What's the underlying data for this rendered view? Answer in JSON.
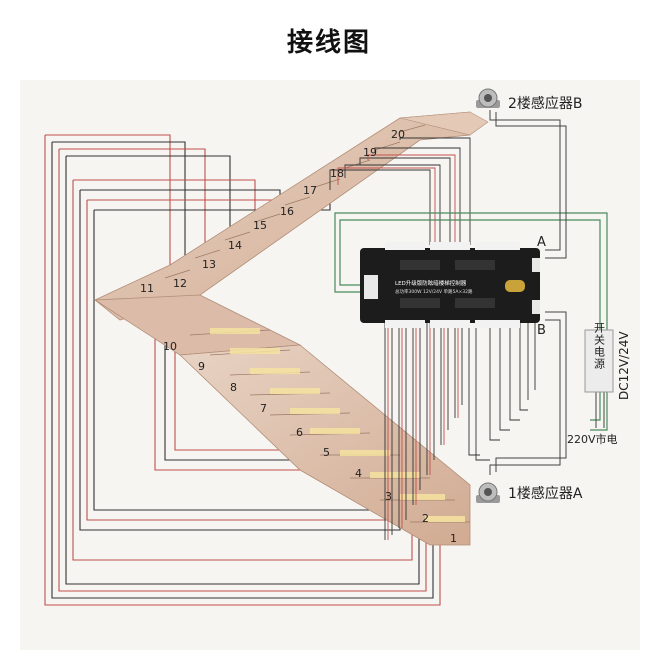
{
  "title": "接线图",
  "step_numbers": [
    "1",
    "2",
    "3",
    "4",
    "5",
    "6",
    "7",
    "8",
    "9",
    "10",
    "11",
    "12",
    "13",
    "14",
    "15",
    "16",
    "17",
    "18",
    "19",
    "20"
  ],
  "sensor_b": "2楼感应器B",
  "sensor_a": "1楼感应器A",
  "port_a": "A",
  "port_b": "B",
  "controller_line1": "LED升级版防眩暗楼梯控制器",
  "controller_line2": "总功率300W  12V/24V  单路5A×32路",
  "psu_label": "开关电源",
  "psu_voltage": "DC12V/24V",
  "mains": "220V市电",
  "colors": {
    "wire_red": "#c0504d",
    "wire_dark": "#333333",
    "wire_green": "#4a8a5c",
    "controller": "#1c1c1c",
    "stairs": "#d9b9a4"
  }
}
